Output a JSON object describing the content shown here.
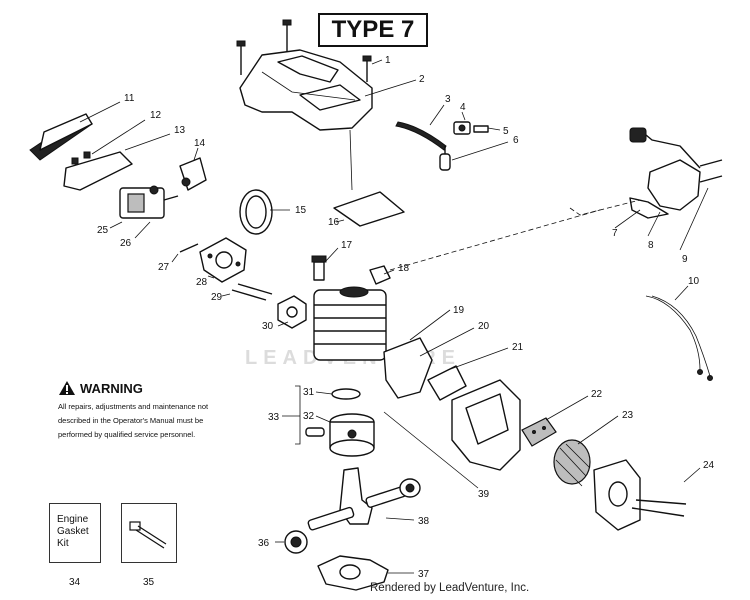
{
  "header": {
    "type_label": "TYPE 7"
  },
  "watermark": "LEADVENTURE",
  "warning": {
    "title": "WARNING",
    "text": "All repairs, adjustments and maintenance not described in the Operator's Manual must be performed by qualified  service personnel."
  },
  "kit": {
    "label": "Engine Gasket Kit",
    "number": "34"
  },
  "tool": {
    "number": "35",
    "icon": "wrench-icon"
  },
  "footer": {
    "credit": "Rendered by LeadVenture, Inc."
  },
  "callouts": [
    "1",
    "2",
    "3",
    "4",
    "5",
    "6",
    "7",
    "8",
    "9",
    "10",
    "11",
    "12",
    "13",
    "14",
    "15",
    "16",
    "17",
    "18",
    "19",
    "20",
    "21",
    "22",
    "23",
    "24",
    "25",
    "26",
    "27",
    "28",
    "29",
    "30",
    "31",
    "32",
    "33",
    "36",
    "37",
    "38",
    "39"
  ]
}
